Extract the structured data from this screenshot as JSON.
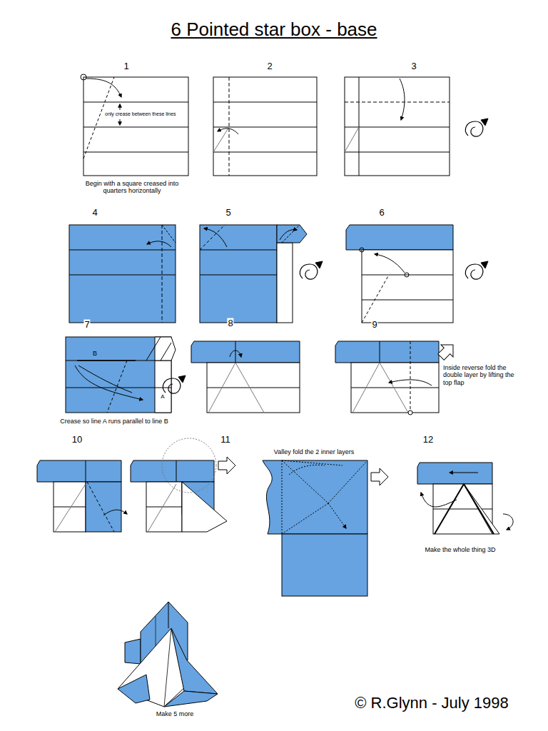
{
  "diagram": {
    "title": "6 Pointed star box - base",
    "labels": [
      "1",
      "2",
      "3",
      "only crease between these lines",
      "Begin with a square creased into quarters horizontally",
      "4",
      "5",
      "6",
      "7",
      "8",
      "9",
      "B",
      "A",
      "Inside reverse fold the double layer by lifting the top flap",
      "Crease so line A runs parallel to line B",
      "10",
      "11",
      "Valley fold the 2 inner layers",
      "12",
      "Make the whole thing 3D",
      "Make 5 more",
      "© R.Glynn - July 1998"
    ]
  }
}
